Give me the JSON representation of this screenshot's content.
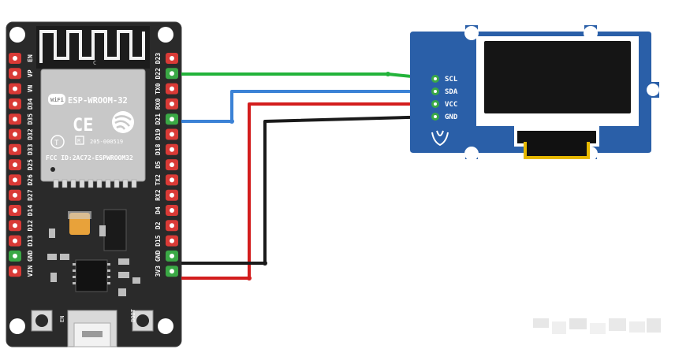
{
  "esp32": {
    "module_name": "ESP-WROOM-32",
    "fcc_id": "FCC ID:2AC72-ESPWROOM32",
    "wifi_label": "WiFi",
    "ce_mark": "CE",
    "cert_code": "205-000519",
    "shield_letter": "C",
    "button_en": "EN",
    "button_boot": "BOOT",
    "left_pins": [
      "EN",
      "VP",
      "VN",
      "D34",
      "D35",
      "D32",
      "D33",
      "D25",
      "D26",
      "D27",
      "D14",
      "D12",
      "D13",
      "GND",
      "VIN"
    ],
    "right_pins": [
      "D23",
      "D22",
      "TX0",
      "RX0",
      "D21",
      "D19",
      "D18",
      "D5",
      "TX2",
      "RX2",
      "D4",
      "D2",
      "D15",
      "GND",
      "3V3"
    ]
  },
  "oled": {
    "pins": [
      "SCL",
      "SDA",
      "VCC",
      "GND"
    ]
  },
  "colors": {
    "board": "#2a2a2a",
    "module": "#c8c8c8",
    "oled_pcb": "#2a5fa8",
    "oled_screen": "#151515",
    "pin_red": "#d93a36",
    "pin_green": "#3aa845",
    "wire_scl": "#22b33a",
    "wire_sda": "#3b82d6",
    "wire_vcc": "#d31d1d",
    "wire_gnd": "#1a1a1a"
  },
  "wires": [
    {
      "name": "scl",
      "from": "D22",
      "to": "SCL"
    },
    {
      "name": "sda",
      "from": "D21",
      "to": "SDA"
    },
    {
      "name": "vcc",
      "from": "3V3",
      "to": "VCC"
    },
    {
      "name": "gnd",
      "from": "GND",
      "to": "GND"
    }
  ]
}
